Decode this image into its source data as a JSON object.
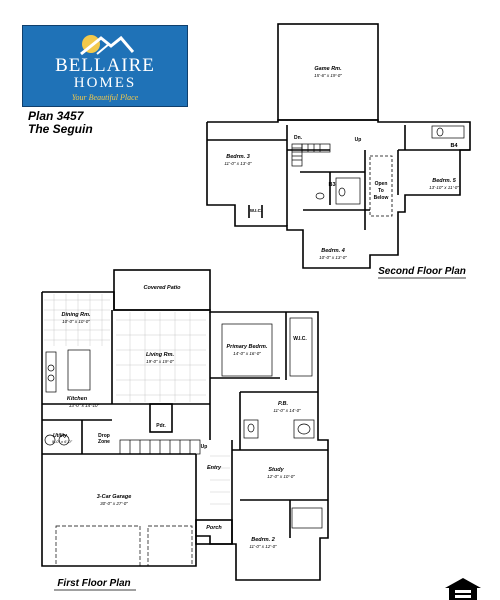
{
  "logo": {
    "brand": "BELLAIRE",
    "sub": "HOMES",
    "tagline": "Your Beautiful Place",
    "accent": "#1f72b7"
  },
  "plan": {
    "number": "Plan 3457",
    "name": "The Seguin"
  },
  "second_floor": {
    "title": "Second Floor Plan",
    "rooms": {
      "game": {
        "name": "Game Rm.",
        "dims": "15'-6\" x 19'-0\""
      },
      "bed3": {
        "name": "Bedrm. 3",
        "dims": "11'-0\" x 13'-0\""
      },
      "bed4": {
        "name": "Bedrm. 4",
        "dims": "10'-0\" x 13'-0\""
      },
      "bed5": {
        "name": "Bedrm. 5",
        "dims": "13'-10\" x 11'-0\""
      },
      "b3": "B3",
      "b4": "B4",
      "dn": "Dn.",
      "up": "Up",
      "wic": "W.I.C.",
      "open_line1": "Open",
      "open_line2": "To",
      "open_line3": "Below"
    }
  },
  "first_floor": {
    "title": "First Floor Plan",
    "rooms": {
      "covered_patio": "Covered Patio",
      "dining": {
        "name": "Dining Rm.",
        "dims": "10'-0\" x 10'-0\""
      },
      "living": {
        "name": "Living Rm.",
        "dims": "19'-0\" x 19'-0\""
      },
      "primary": {
        "name": "Primary Bedrm.",
        "dims": "14'-0\" x 16'-0\""
      },
      "wic": "W.I.C.",
      "kitchen": {
        "name": "Kitchen",
        "dims": "13'-0\" x 14'-10\""
      },
      "pb": {
        "name": "P.B.",
        "dims": "11'-0\" x 14'-0\""
      },
      "utility": {
        "name": "Utility",
        "dims": "9'-0\" x 6'-0\""
      },
      "drop": {
        "line1": "Drop",
        "line2": "Zone"
      },
      "pdr": "Pdr.",
      "up": "Up",
      "entry": "Entry",
      "study": {
        "name": "Study",
        "dims": "12'-0\" x 10'-0\""
      },
      "garage": {
        "name": "3-Car Garage",
        "dims": "30'-0\" x 27'-0\""
      },
      "porch": "Porch",
      "bed2": {
        "name": "Bedrm. 2",
        "dims": "11'-0\" x 12'-0\""
      }
    }
  }
}
